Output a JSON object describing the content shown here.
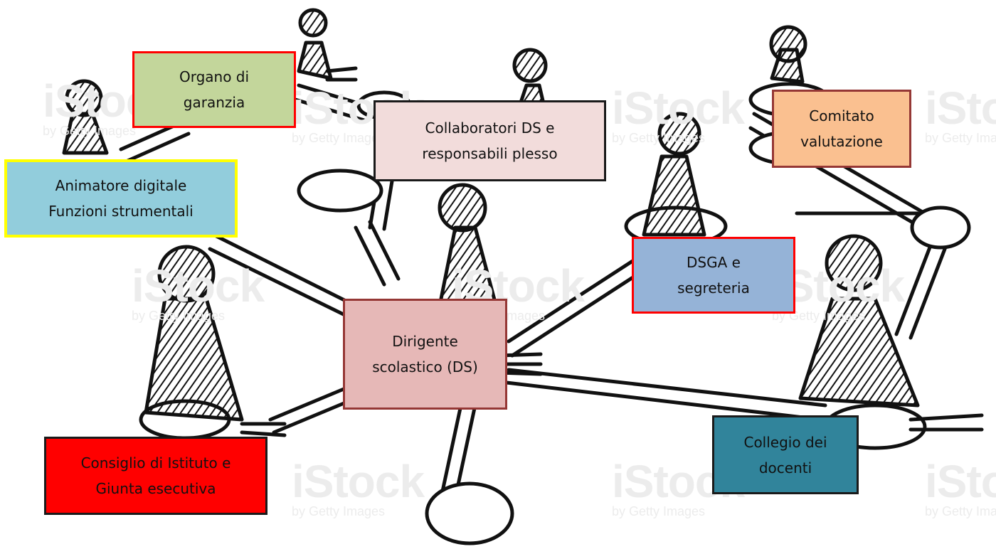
{
  "watermark": {
    "brand": "iStock",
    "byline": "by Getty Images"
  },
  "nodes": {
    "dirigente": {
      "line1": "Dirigente",
      "line2": "scolastico (DS)",
      "fill": "#e6b8b7",
      "border": "#953735"
    },
    "organo": {
      "line1": "Organo di",
      "line2": "garanzia",
      "fill": "#c3d69b",
      "border": "#ff0000"
    },
    "collaboratori": {
      "line1": "Collaboratori DS  e",
      "line2": "responsabili plesso",
      "fill": "#f2dcdb",
      "border": "#1a1a1a"
    },
    "comitato": {
      "line1": "Comitato",
      "line2": "valutazione",
      "fill": "#fac090",
      "border": "#953735"
    },
    "animatore": {
      "line1": "Animatore digitale",
      "line2": "Funzioni strumentali",
      "fill": "#92cddc",
      "border": "#ffff00"
    },
    "dsga": {
      "line1": "DSGA e",
      "line2": "segreteria",
      "fill": "#95b3d7",
      "border": "#ff0000"
    },
    "consiglio": {
      "line1": "Consiglio di Istituto e",
      "line2": "Giunta esecutiva",
      "fill": "#ff0000",
      "border": "#1a1a1a"
    },
    "collegio": {
      "line1": "Collegio dei",
      "line2": "docenti",
      "fill": "#31849b",
      "border": "#1a1a1a"
    }
  }
}
